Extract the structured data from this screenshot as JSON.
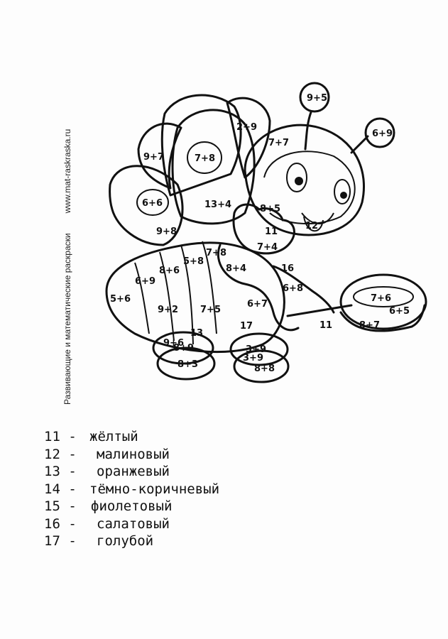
{
  "side_caption": {
    "line1": "Развивающие и математические раскраски",
    "line2": "www.mat-raskraska.ru"
  },
  "bee_expressions": [
    "9+5",
    "6+9",
    "2+9",
    "7+7",
    "9+7",
    "7+8",
    "6+6",
    "13+4",
    "9+8",
    "8+5",
    "12",
    "11",
    "7+4",
    "7+8",
    "8+4",
    "5+8",
    "8+6",
    "6+9",
    "5+6",
    "16",
    "6+8",
    "7+5",
    "6+7",
    "9+2",
    "17",
    "9+6",
    "8+9",
    "8+3",
    "13",
    "7+6",
    "6+5",
    "8+7",
    "11",
    "3+9",
    "8+8",
    "3+9"
  ],
  "legend": [
    {
      "num": "11 -",
      "color": "жёлтый"
    },
    {
      "num": "12 -",
      "color": "малиновый"
    },
    {
      "num": "13 -",
      "color": "оранжевый"
    },
    {
      "num": "14 -",
      "color": "тёмно-коричневый"
    },
    {
      "num": "15 -",
      "color": "фиолетовый"
    },
    {
      "num": "16 -",
      "color": "салатовый"
    },
    {
      "num": "17 -",
      "color": "голубой"
    }
  ]
}
